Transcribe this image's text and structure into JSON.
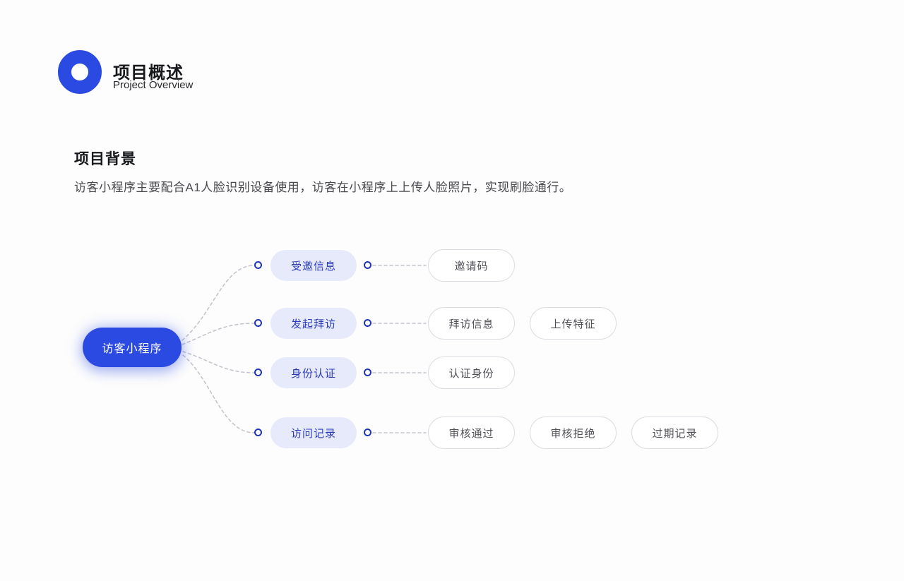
{
  "header": {
    "title": "项目概述",
    "subtitle": "Project Overview"
  },
  "section": {
    "heading": "项目背景",
    "description": "访客小程序主要配合A1人脸识别设备使用，访客在小程序上上传人脸照片，实现刷脸通行。"
  },
  "mindmap": {
    "root": {
      "label": "访客小程序"
    },
    "branches": [
      {
        "label": "受邀信息",
        "children": [
          {
            "label": "邀请码"
          }
        ]
      },
      {
        "label": "发起拜访",
        "children": [
          {
            "label": "拜访信息"
          },
          {
            "label": "上传特征"
          }
        ]
      },
      {
        "label": "身份认证",
        "children": [
          {
            "label": "认证身份"
          }
        ]
      },
      {
        "label": "访问记录",
        "children": [
          {
            "label": "审核通过"
          },
          {
            "label": "审核拒绝"
          },
          {
            "label": "过期记录"
          }
        ]
      }
    ]
  },
  "colors": {
    "accent_blue": "#2B4AE2",
    "branch_bg": "#E7EAFB",
    "branch_text": "#2A3BBE",
    "leaf_border": "#DCDDE2",
    "leaf_text": "#515258",
    "connector_gray": "#C0C3CB",
    "dot_border_blue": "#1F33BC"
  }
}
